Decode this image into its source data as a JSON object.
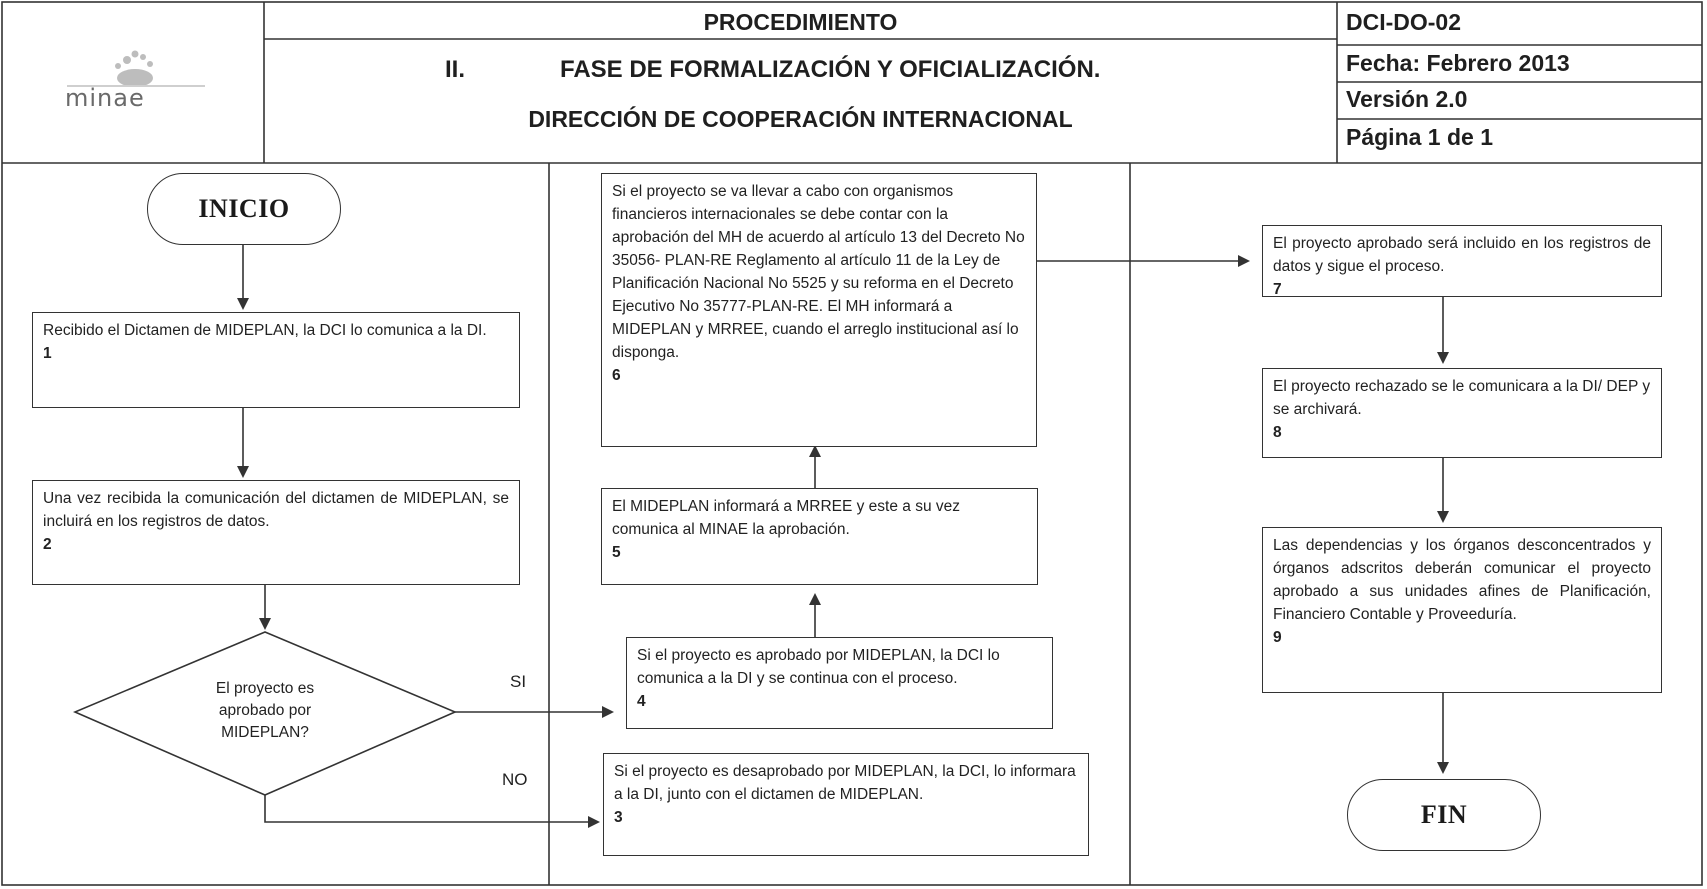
{
  "header": {
    "logo_text": "minae",
    "title": "PROCEDIMIENTO",
    "phase_number": "II.",
    "phase_title": "FASE DE FORMALIZACIÓN Y OFICIALIZACIÓN.",
    "department": "DIRECCIÓN DE COOPERACIÓN INTERNACIONAL",
    "code": "DCI-DO-02",
    "date": "Fecha: Febrero  2013",
    "version": "Versión 2.0",
    "page": "Página 1 de 1"
  },
  "flow": {
    "start": "INICIO",
    "end": "FIN",
    "step1": {
      "text": "Recibido el Dictamen de MIDEPLAN, la DCI lo comunica a la DI.",
      "num": "1"
    },
    "step2": {
      "text": "Una vez recibida la comunicación del dictamen de MIDEPLAN,  se incluirá en los registros de datos.",
      "num": "2"
    },
    "decision": "El proyecto es aprobado por MIDEPLAN?",
    "yes_label": "SI",
    "no_label": "NO",
    "step3": {
      "text": "Si el proyecto es desaprobado por MIDEPLAN, la DCI, lo informara a la DI, junto con el dictamen de MIDEPLAN.",
      "num": "3"
    },
    "step4": {
      "text": "Si el proyecto es aprobado por MIDEPLAN, la DCI lo comunica a la DI y se continua con el proceso.",
      "num": "4"
    },
    "step5": {
      "text": "El  MIDEPLAN informará a MRREE y este a su vez comunica al MINAE la aprobación.",
      "num": "5"
    },
    "step6": {
      "text": "Si el proyecto se va llevar a cabo con  organismos financieros internacionales se debe contar con la aprobación del MH de acuerdo al artículo 13 del Decreto No 35056- PLAN-RE Reglamento al artículo 11 de la Ley de Planificación Nacional No 5525 y su reforma en el Decreto Ejecutivo No 35777-PLAN-RE. El MH informará a MIDEPLAN y MRREE, cuando el arreglo institucional así lo disponga.",
      "num": "6"
    },
    "step7": {
      "text": "El proyecto  aprobado será incluido en los registros de datos y sigue el proceso.",
      "num": "7"
    },
    "step8": {
      "text": "El proyecto rechazado se le comunicara a la DI/ DEP y se archivará.",
      "num": "8"
    },
    "step9": {
      "text": "Las dependencias y los órganos desconcentrados y órganos adscritos deberán comunicar el proyecto aprobado a sus unidades afines de Planificación, Financiero Contable y Proveeduría.",
      "num": "9"
    }
  },
  "colors": {
    "line": "#333333",
    "logo_accent": "#b8b8b8"
  }
}
